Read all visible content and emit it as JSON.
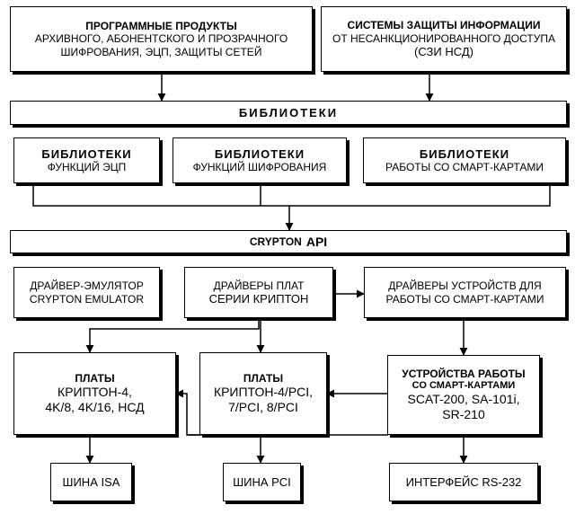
{
  "top_boxes": {
    "software": {
      "title": "ПРОГРАММНЫЕ ПРОДУКТЫ",
      "line2": "АРХИВНОГО, АБОНЕНТСКОГО И ПРОЗРАЧНОГО",
      "line3": "ШИФРОВАНИЯ, ЭЦП, ЗАЩИТЫ СЕТЕЙ"
    },
    "szi": {
      "line1": "СИСТЕМЫ ЗАЩИТЫ ИНФОРМАЦИИ",
      "line2": "ОТ НЕСАНКЦИОНИРОВАННОГО ДОСТУПА",
      "line3": "(СЗИ НСД)"
    }
  },
  "libraries": {
    "title": "БИБЛИОТЕКИ",
    "items": [
      {
        "line1": "БИБЛИОТЕКИ",
        "line2": "ФУНКЦИЙ ЭЦП"
      },
      {
        "line1": "БИБЛИОТЕКИ",
        "line2": "ФУНКЦИЙ ШИФРОВАНИЯ"
      },
      {
        "line1": "БИБЛИОТЕКИ",
        "line2": "РАБОТЫ СО СМАРТ-КАРТАМИ"
      }
    ]
  },
  "api": {
    "prefix": "CRYPTON",
    "suffix": "API"
  },
  "drivers": [
    {
      "line1": "ДРАЙВЕР-ЭМУЛЯТОР",
      "line2": "CRYPTON EMULATOR"
    },
    {
      "line1": "ДРАЙВЕРЫ ПЛАТ",
      "line2": "СЕРИИ КРИПТОН"
    },
    {
      "line1": "ДРАЙВЕРЫ УСТРОЙСТВ ДЛЯ",
      "line2": "РАБОТЫ СО СМАРТ-КАРТАМИ"
    }
  ],
  "devices": [
    {
      "line1": "ПЛАТЫ",
      "line2": "КРИПТОН-4,",
      "line3": "4K/8, 4K/16, НСД"
    },
    {
      "line1": "ПЛАТЫ",
      "line2": "КРИПТОН-4/PCI,",
      "line3": "7/PCI, 8/PCI"
    },
    {
      "line1": "УСТРОЙСТВА РАБОТЫ",
      "line2": "СО СМАРТ-КАРТАМИ",
      "line3": "SCAT-200, SA-101i,",
      "line4": "SR-210"
    }
  ],
  "buses": [
    {
      "label": "ШИНА ISA"
    },
    {
      "label": "ШИНА PCI"
    },
    {
      "label": "ИНТЕРФЕЙС RS-232"
    }
  ]
}
